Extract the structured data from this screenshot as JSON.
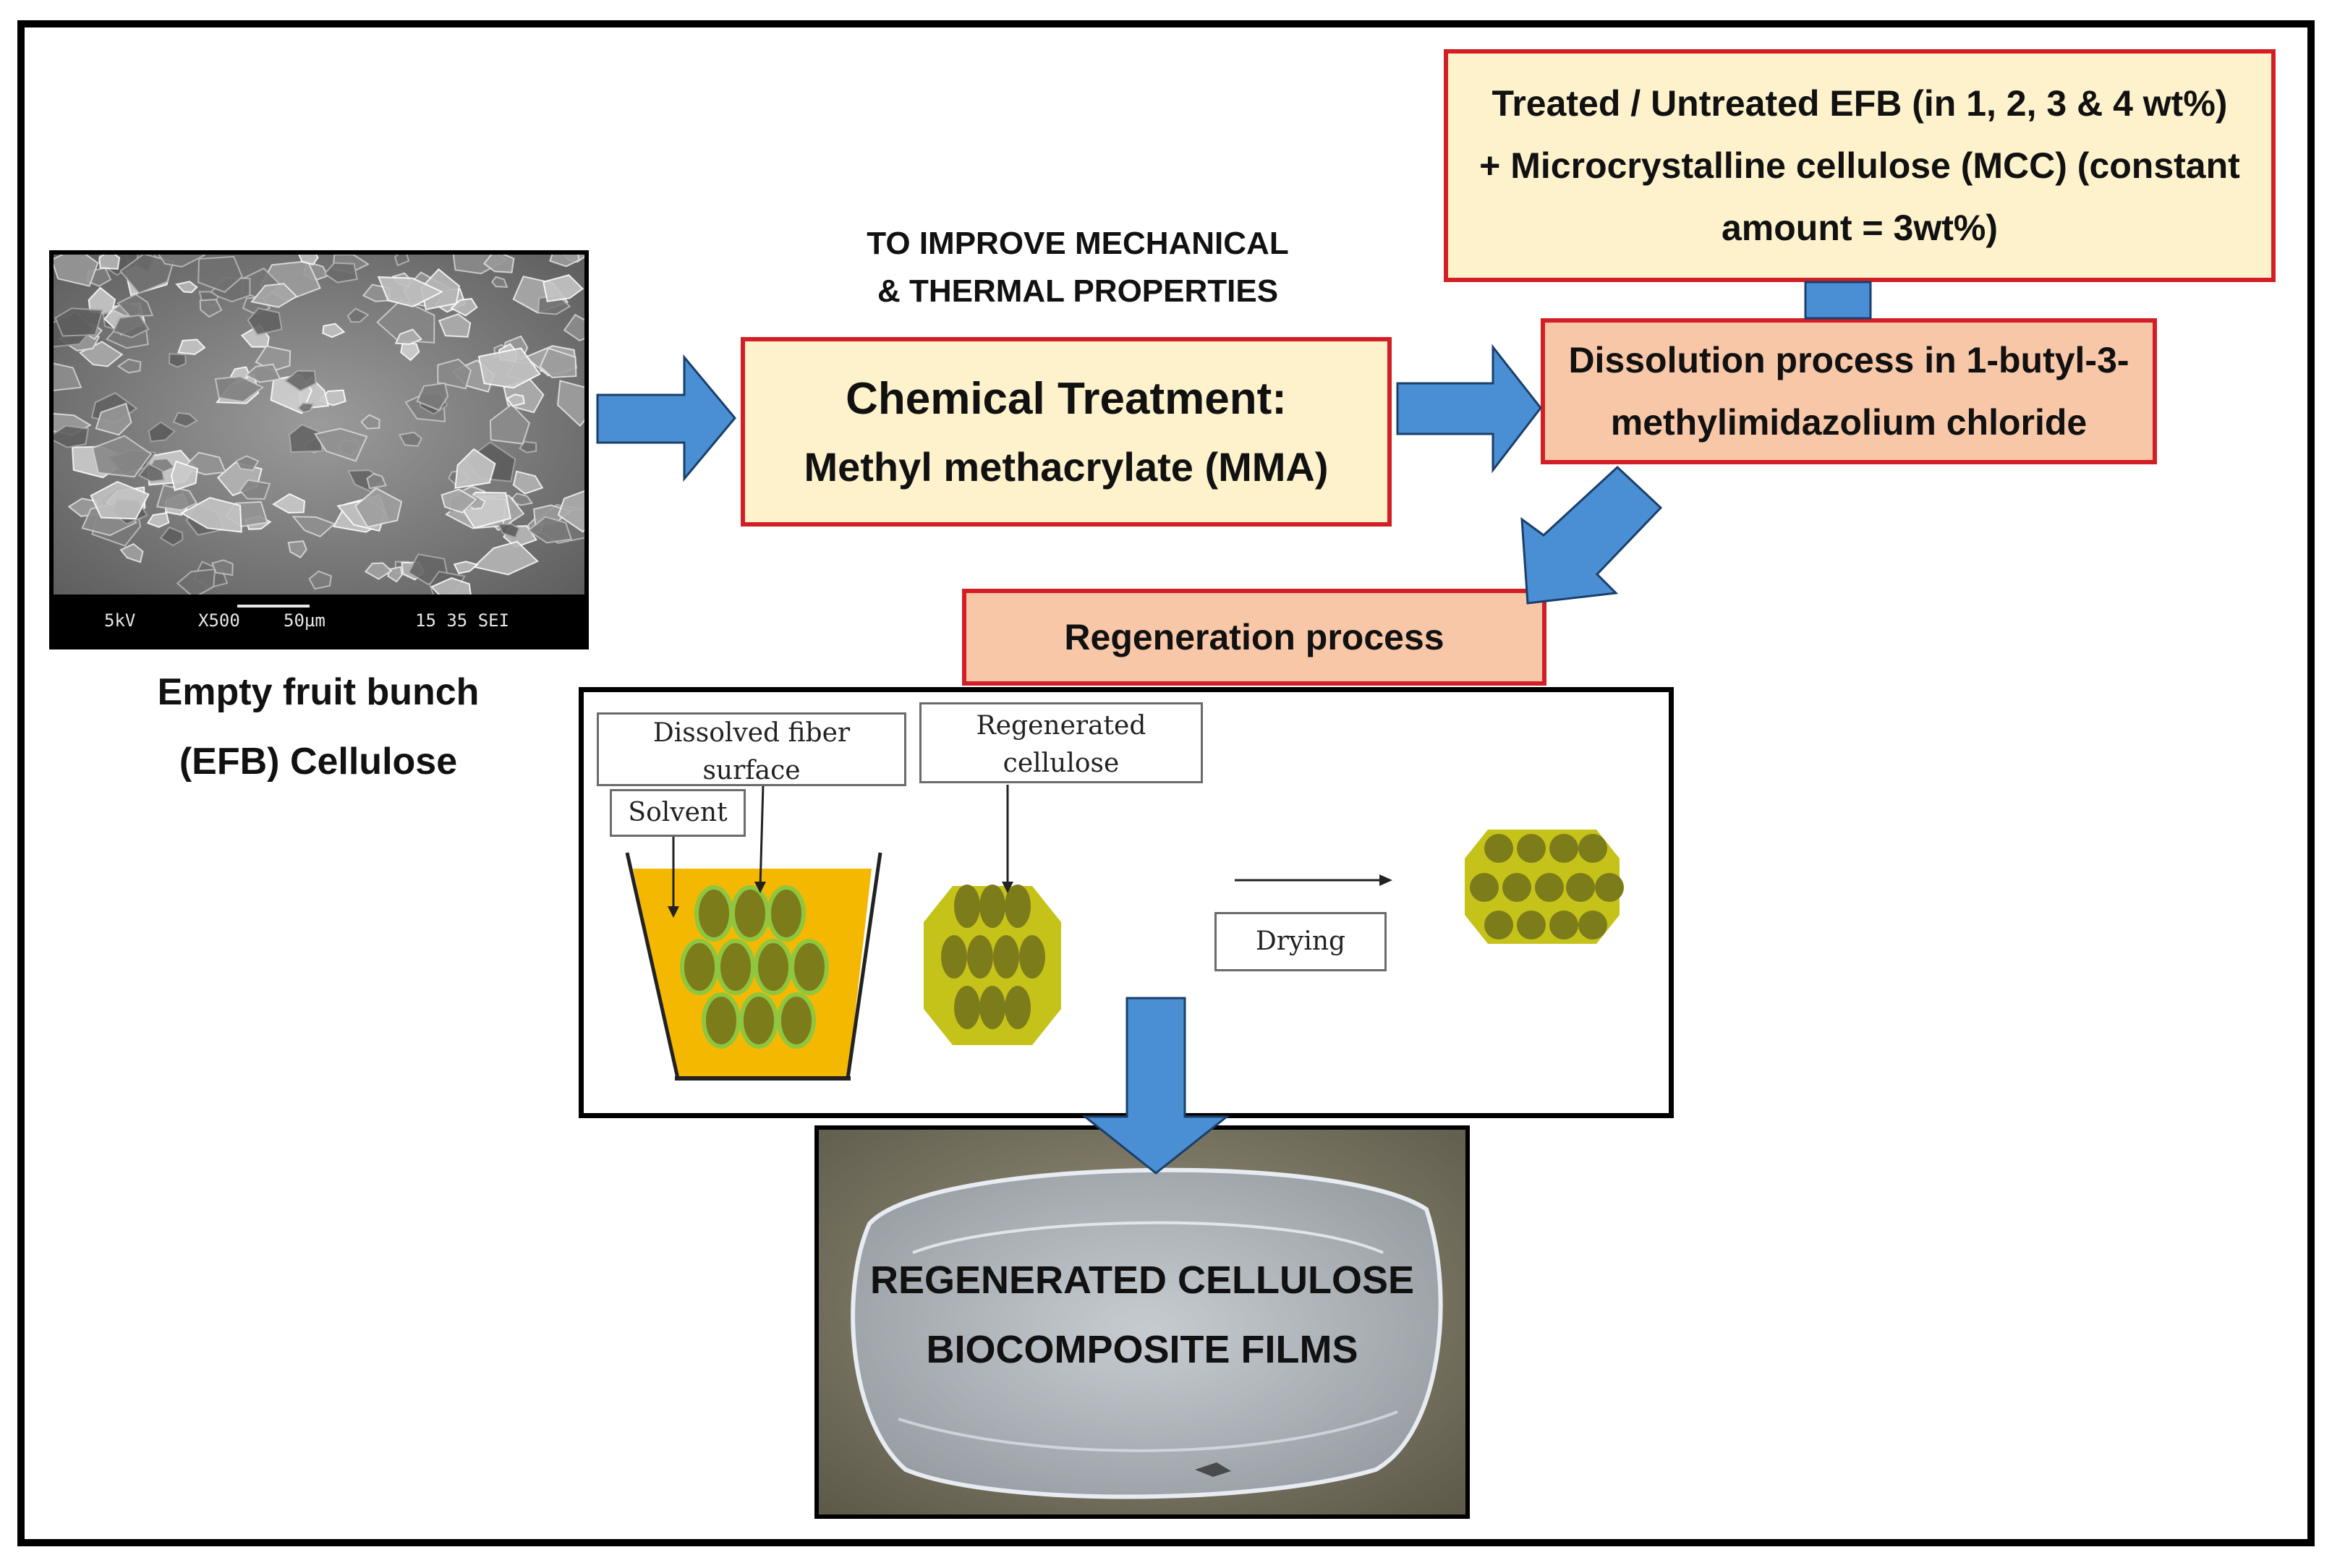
{
  "sem": {
    "voltage": "5kV",
    "magnification": "X500",
    "scale": "50µm",
    "code": "15 35 SEI"
  },
  "efb_caption": {
    "line1": "Empty fruit bunch",
    "line2": "(EFB) Cellulose"
  },
  "note": {
    "line1": "TO IMPROVE MECHANICAL",
    "line2": "& THERMAL PROPERTIES"
  },
  "chemical_treatment": {
    "title": "Chemical Treatment:",
    "subtitle": "Methyl methacrylate (MMA)"
  },
  "additive": {
    "line1": "Treated / Untreated EFB (in 1, 2, 3 & 4 wt%)",
    "line2": "+ Microcrystalline cellulose (MCC) (constant",
    "line3": "amount = 3wt%)"
  },
  "dissolution": {
    "line1": "Dissolution process in 1-butyl-3-",
    "line2": "methylimidazolium chloride"
  },
  "regeneration": {
    "title": "Regeneration process"
  },
  "process_labels": {
    "dissolved_fiber_1": "Dissolved fiber",
    "dissolved_fiber_2": "surface",
    "regenerated_1": "Regenerated",
    "regenerated_2": "cellulose",
    "solvent": "Solvent",
    "drying": "Drying"
  },
  "result": {
    "line1": "REGENERATED CELLULOSE",
    "line2": "BIOCOMPOSITE FILMS"
  },
  "colors": {
    "box_border": "#d21f26",
    "box_cream": "#fdf2cc",
    "box_salmon": "#f7c7a8",
    "arrow_blue": "#4a8fd4",
    "solvent_orange": "#f5b800",
    "fiber_green": "#7c7c1a",
    "fiber_halo": "#8fc63f",
    "regen_olive": "#c5c21a"
  }
}
